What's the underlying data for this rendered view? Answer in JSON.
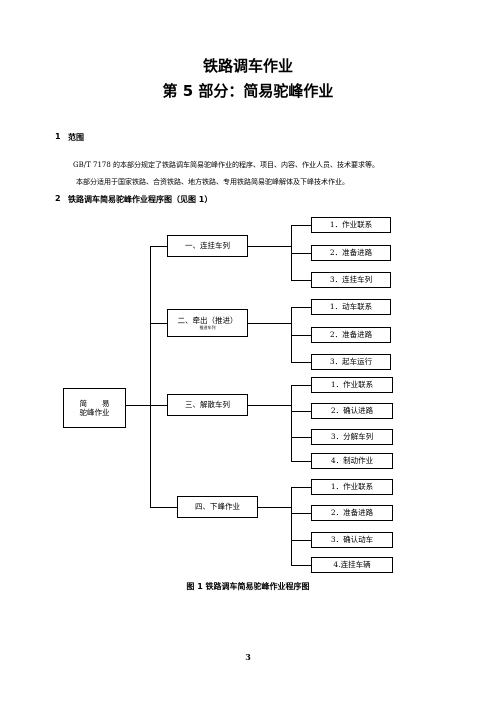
{
  "doc": {
    "title": "铁路调车作业",
    "subtitle": "第 5 部分：简易驼峰作业",
    "section1": {
      "num": "1",
      "title": "范围"
    },
    "para1": "GB/T 7178 的本部分规定了铁路调车简易驼峰作业的程序、项目、内容、作业人员、技术要求等。",
    "para2": "本部分适用于国家铁路、合资铁路、地方铁路、专用铁路简易驼峰解体及下峰技术作业。",
    "section2": {
      "num": "2",
      "title": "铁路调车简易驼峰作业程序图（见图 1）"
    },
    "caption": "图 1  铁路调车简易驼峰作业程序图",
    "page_number": "3"
  },
  "flow": {
    "root": "简　　易\n驼峰作业",
    "stages": [
      {
        "label": "一、连挂车列",
        "sublabel": "",
        "steps": [
          "1．作业联系",
          "2．准备进路",
          "3．连挂车列"
        ]
      },
      {
        "label": "二、牵出（推进）",
        "sublabel": "推进车列",
        "steps": [
          "1．动车联系",
          "2．准备进路",
          "3．起车运行"
        ]
      },
      {
        "label": "三、解散车列",
        "sublabel": "",
        "steps": [
          "1．作业联系",
          "2．确认进路",
          "3．分解车列",
          "4．制动作业"
        ]
      },
      {
        "label": "四、下峰作业",
        "sublabel": "",
        "steps": [
          "1．作业联系",
          "2．准备进路",
          "3．确认动车",
          "4.连挂车辆"
        ]
      }
    ]
  }
}
